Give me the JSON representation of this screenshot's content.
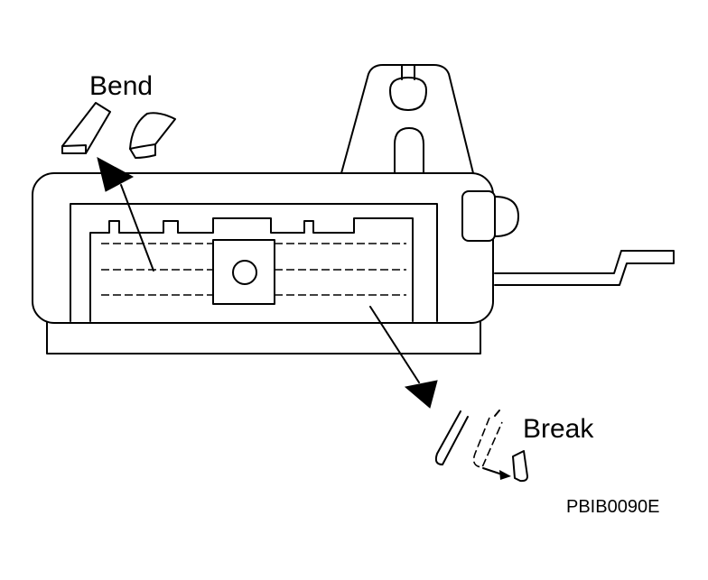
{
  "labels": {
    "bend": "Bend",
    "break": "Break",
    "figure_code": "PBIB0090E"
  },
  "colors": {
    "line": "#000000",
    "background": "#ffffff"
  }
}
